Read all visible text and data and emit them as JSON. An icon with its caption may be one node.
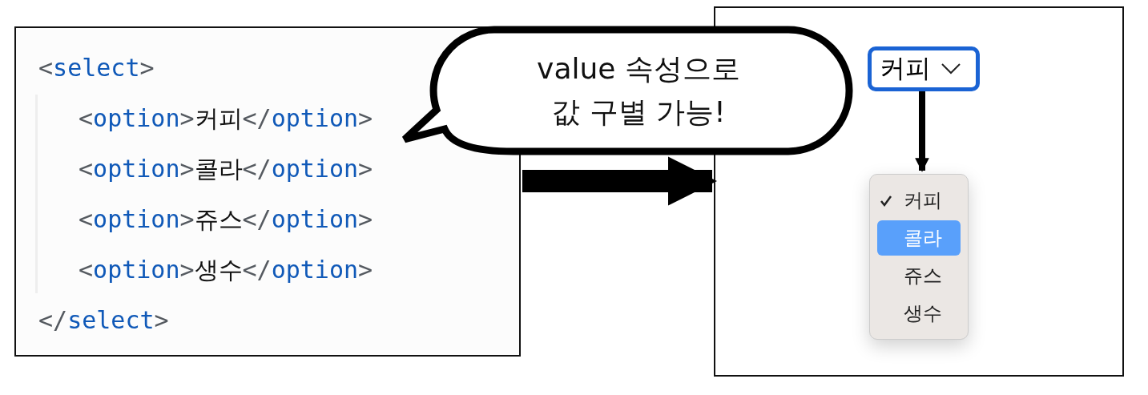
{
  "diagram": {
    "nodes": [
      {
        "text": [
          "<select>",
          "<option>커피</option>",
          "<option>콜라</option>",
          "<option>쥬스</option>",
          "<option>생수</option>",
          "</select>"
        ]
      },
      {
        "text": [],
        "shape": "box"
      },
      {
        "text": [
          "커피"
        ],
        "in": 1
      },
      {
        "text": [
          "커피",
          "콜라",
          "쥬스",
          "생수"
        ],
        "in": 1
      },
      {
        "text": [
          "value 속성으로 값 구별 가능!"
        ]
      }
    ],
    "edges": [
      {
        "from": 0,
        "to": 1,
        "arrow": "to",
        "style": "thick"
      },
      {
        "from": 2,
        "to": 3,
        "arrow": "to"
      }
    ]
  }
}
